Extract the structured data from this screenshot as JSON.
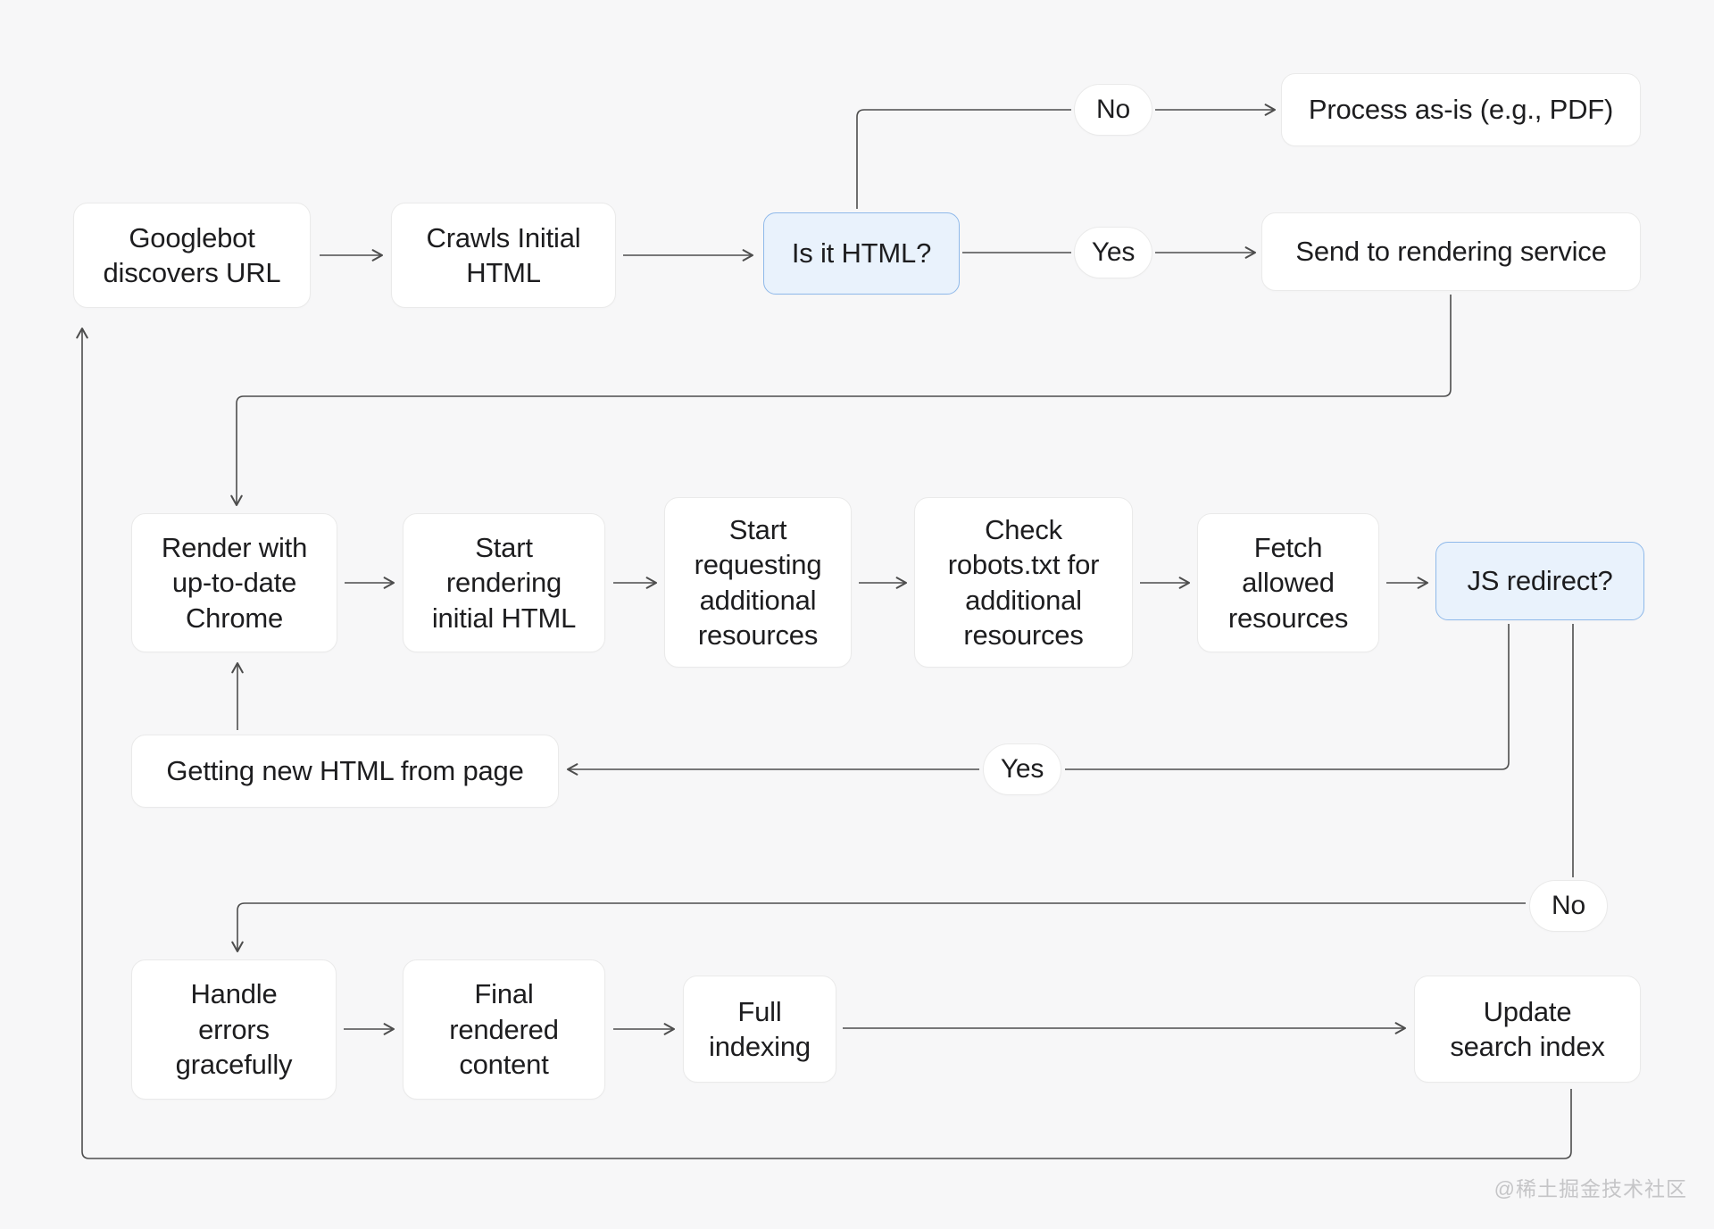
{
  "page": {
    "watermark": "@稀土掘金技术社区"
  },
  "style": {
    "background": "#f7f7f8",
    "line_color": "#4d4d4d",
    "node_fill": "#ffffff",
    "node_border": "#eaeaea",
    "accent_fill": "#e9f2fc",
    "accent_border": "#8fb9ea",
    "text_color": "#1d1d1f",
    "watermark_color": "#c5c5c7"
  },
  "nodes": {
    "googlebot": {
      "label": "Googlebot\ndiscovers URL"
    },
    "crawls": {
      "label": "Crawls Initial\nHTML"
    },
    "is_html": {
      "label": "Is it HTML?"
    },
    "no_top": {
      "label": "No"
    },
    "process_as_is": {
      "label": "Process as-is (e.g., PDF)"
    },
    "yes_top": {
      "label": "Yes"
    },
    "send_rendering": {
      "label": "Send to rendering service"
    },
    "render_chrome": {
      "label": "Render with\nup-to-date\nChrome"
    },
    "start_rendering": {
      "label": "Start\nrendering\ninitial HTML"
    },
    "start_requesting": {
      "label": "Start\nrequesting\nadditional\nresources"
    },
    "check_robots": {
      "label": "Check\nrobots.txt for\nadditional\nresources"
    },
    "fetch_allowed": {
      "label": "Fetch\nallowed\nresources"
    },
    "js_redirect": {
      "label": "JS redirect?"
    },
    "getting_html": {
      "label": "Getting new HTML from page"
    },
    "yes_mid": {
      "label": "Yes"
    },
    "no_mid": {
      "label": "No"
    },
    "handle_errors": {
      "label": "Handle\nerrors\ngracefully"
    },
    "final_rendered": {
      "label": "Final\nrendered\ncontent"
    },
    "full_indexing": {
      "label": "Full\nindexing"
    },
    "update_index": {
      "label": "Update\nsearch index"
    }
  }
}
